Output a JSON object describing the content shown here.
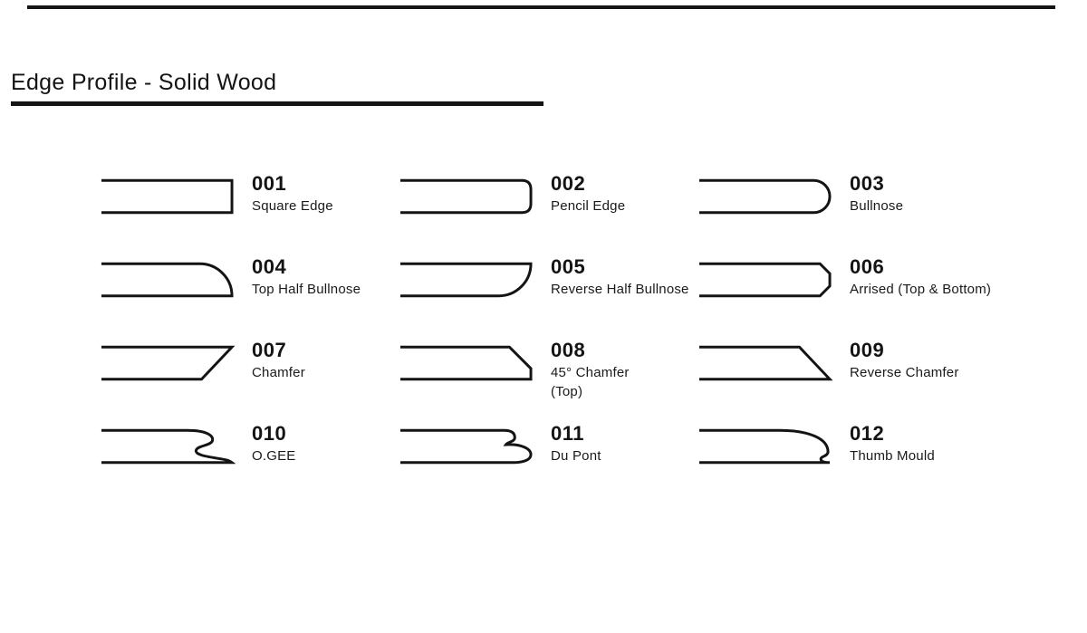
{
  "page": {
    "title": "Edge Profile - Solid Wood"
  },
  "colors": {
    "ink": "#141414",
    "background": "#ffffff"
  },
  "profiles": [
    {
      "code": "001",
      "name": "Square Edge"
    },
    {
      "code": "002",
      "name": "Pencil Edge"
    },
    {
      "code": "003",
      "name": "Bullnose"
    },
    {
      "code": "004",
      "name": "Top Half Bullnose"
    },
    {
      "code": "005",
      "name": "Reverse Half Bullnose"
    },
    {
      "code": "006",
      "name": "Arrised (Top & Bottom)"
    },
    {
      "code": "007",
      "name": "Chamfer"
    },
    {
      "code": "008",
      "name": "45° Chamfer\n(Top)"
    },
    {
      "code": "009",
      "name": "Reverse Chamfer"
    },
    {
      "code": "010",
      "name": "O.GEE"
    },
    {
      "code": "011",
      "name": "Du Pont"
    },
    {
      "code": "012",
      "name": "Thumb Mould"
    }
  ]
}
